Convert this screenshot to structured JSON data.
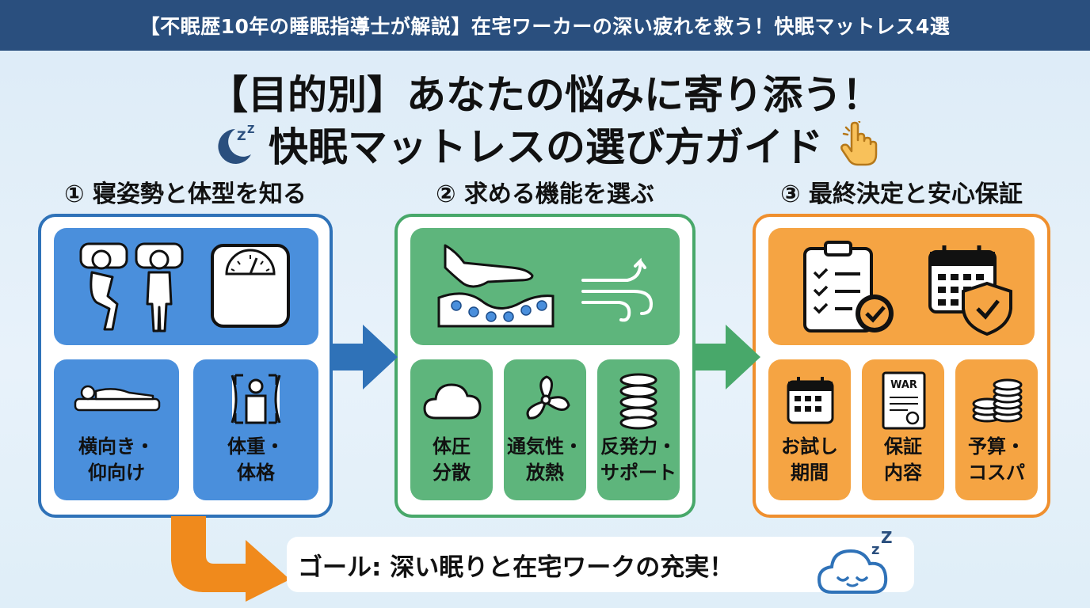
{
  "header": {
    "banner": "【不眠歴10年の睡眠指導士が解説】在宅ワーカーの深い疲れを救う！快眠マットレス4選"
  },
  "title": {
    "line1": "【目的別】あなたの悩みに寄り添う！",
    "line2": "快眠マットレスの選び方ガイド"
  },
  "steps": [
    {
      "heading": "① 寝姿勢と体型を知る",
      "tiles": [
        {
          "label_lines": [
            "横向き・",
            "仰向け"
          ]
        },
        {
          "label_lines": [
            "体重・",
            "体格"
          ]
        }
      ]
    },
    {
      "heading": "② 求める機能を選ぶ",
      "tiles": [
        {
          "label_lines": [
            "体圧",
            "分散"
          ]
        },
        {
          "label_lines": [
            "通気性・",
            "放熱"
          ]
        },
        {
          "label_lines": [
            "反発力・",
            "サポート"
          ]
        }
      ]
    },
    {
      "heading": "③ 最終決定と安心保証",
      "tiles": [
        {
          "label_lines": [
            "お試し",
            "期間"
          ]
        },
        {
          "label_lines": [
            "保証",
            "内容"
          ]
        },
        {
          "label_lines": [
            "予算・",
            "コスパ"
          ]
        }
      ]
    }
  ],
  "icons": {
    "warranty_doc_text": "WAR"
  },
  "goal": {
    "text": "ゴール: 深い眠りと在宅ワークの充実！"
  },
  "colors": {
    "banner": "#2a4f7e",
    "step1": "#2f72b8",
    "step2": "#48a86a",
    "step3": "#ef8f2e",
    "goal_arrow": "#f08a1c"
  }
}
